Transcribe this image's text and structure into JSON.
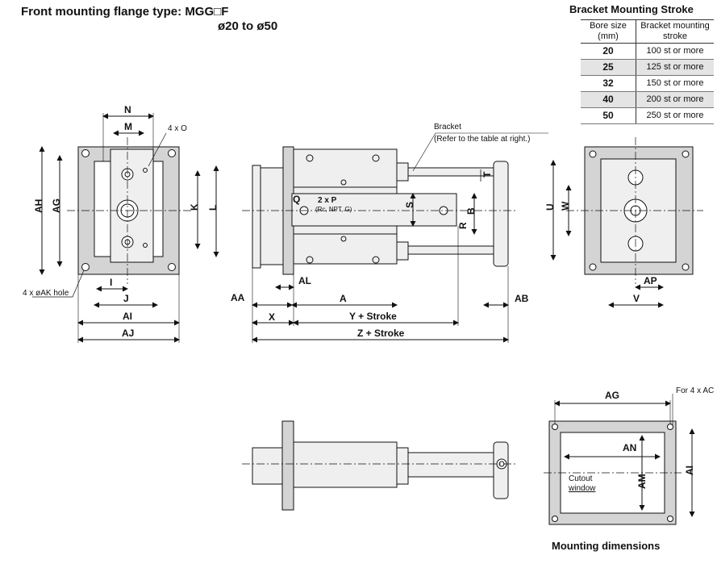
{
  "header": {
    "title": "Front mounting flange type: MGG□F",
    "subtitle": "ø20 to ø50"
  },
  "stroke_table": {
    "title": "Bracket Mounting Stroke",
    "col_bore": "Bore size (mm)",
    "col_stroke": "Bracket mounting stroke",
    "rows": [
      {
        "bore": "20",
        "stroke": "100 st or more"
      },
      {
        "bore": "25",
        "stroke": "125 st or more"
      },
      {
        "bore": "32",
        "stroke": "150 st or more"
      },
      {
        "bore": "40",
        "stroke": "200 st or more"
      },
      {
        "bore": "50",
        "stroke": "250 st or more"
      }
    ]
  },
  "labels": {
    "N": "N",
    "M": "M",
    "O": "4 x O",
    "AH": "AH",
    "AG": "AG",
    "K": "K",
    "L": "L",
    "I": "I",
    "J": "J",
    "AI": "AI",
    "AJ": "AJ",
    "AK": "4 x øAK hole",
    "bracket": "Bracket",
    "bracket_note": "(Refer to the table at right.)",
    "T": "T",
    "Q": "Q",
    "P": "2 x P",
    "P_note": "(Rc, NPT, G)",
    "S": "S",
    "B": "B",
    "R": "R",
    "AA": "AA",
    "AL": "AL",
    "A": "A",
    "AB": "AB",
    "X": "X",
    "Y": "Y + Stroke",
    "Z": "Z + Stroke",
    "U": "U",
    "W": "W",
    "AP": "AP",
    "V": "V",
    "mount_AG": "AG",
    "mount_AC": "For 4 x AC",
    "AN": "AN",
    "AM": "AM",
    "mount_AI": "AI",
    "cutout1": "Cutout",
    "cutout2": "window",
    "mounting_dimensions": "Mounting dimensions"
  },
  "colors": {
    "plate": "#d4d4d4",
    "body": "#efefef",
    "line": "#111111",
    "shade_row": "#e4e4e4"
  }
}
